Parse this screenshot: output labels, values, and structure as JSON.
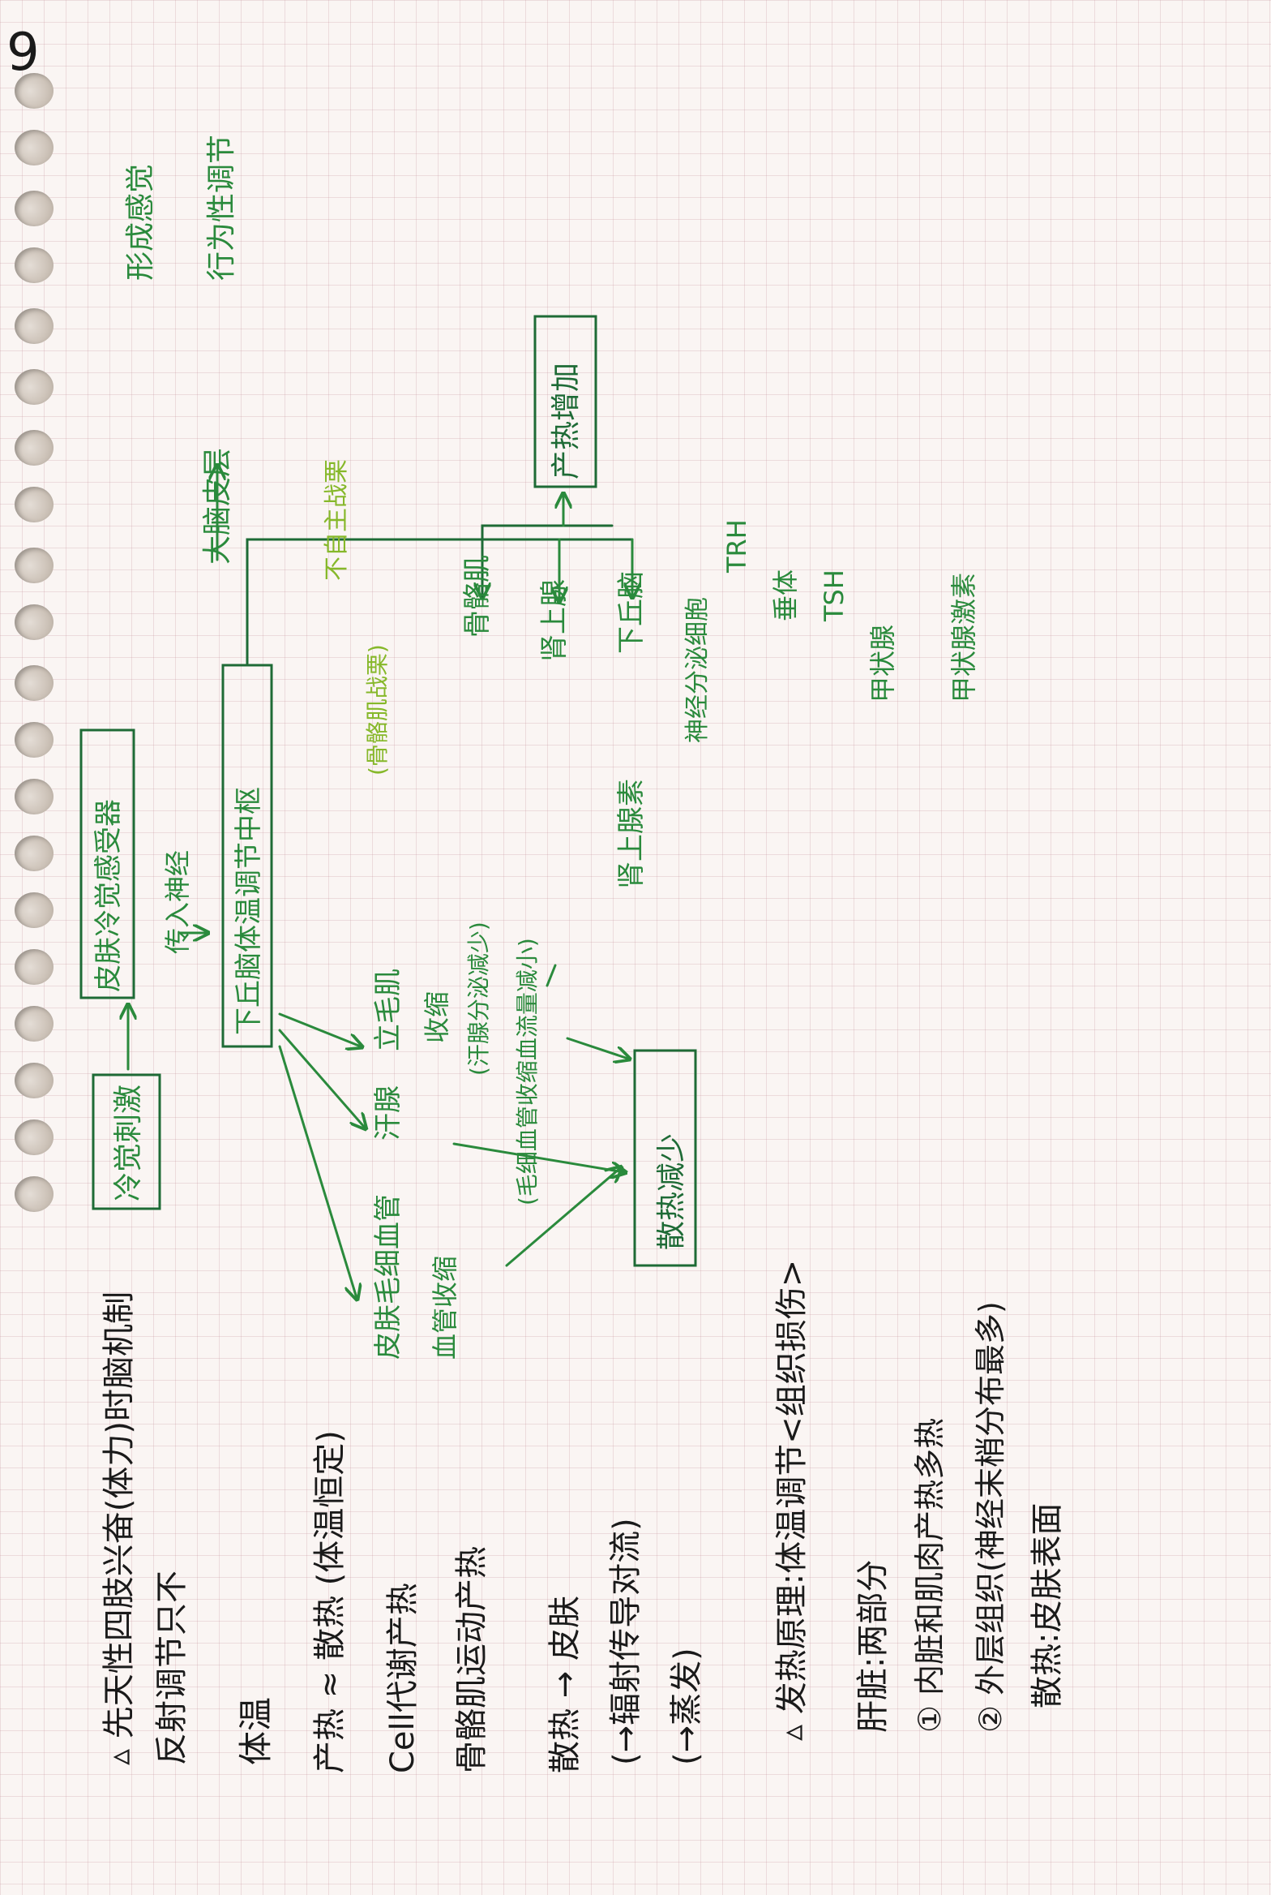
{
  "page_number": "9",
  "colors": {
    "black_ink": "#1a1a1a",
    "dark_green_ink": "#1e6b36",
    "green_ink": "#2a8a3c",
    "light_green_ink": "#86b82a"
  },
  "notes": {
    "black": [
      "▵ 先天性四肢兴奋(体力)时脑机制",
      "反射调节只不",
      "体温",
      "产热 ≈ 散热 (体温恒定)",
      "Cell代谢产热",
      "骨骼肌运动产热",
      "散热 → 皮肤",
      "(→辐射传导对流)",
      "(→蒸发)",
      "▵ 发热原理:体温调节<组织损伤>",
      "肝脏:两部分",
      "① 内脏和肌肉产热多热",
      "② 外层组织(神经末梢分布最多)",
      "散热:皮肤表面"
    ],
    "green": [
      "冷觉刺激",
      "皮肤冷觉感受器",
      "传入神经",
      "下丘脑体温调节中枢",
      "大脑皮层",
      "形成感觉",
      "行为性调节",
      "立毛肌",
      "汗腺",
      "收缩",
      "皮肤毛细血管",
      "血管收缩",
      "散热减少",
      "(汗腺分泌减少)",
      "(毛细血管收缩血流量减小)",
      "骨骼肌",
      "肾上腺素",
      "肾上腺",
      "下丘脑",
      "神经分泌细胞",
      "TRH",
      "垂体",
      "TSH",
      "甲状腺",
      "甲状腺激素",
      "产热增加"
    ],
    "light_green": [
      "不自主战栗",
      "(骨骼肌战栗)"
    ]
  }
}
